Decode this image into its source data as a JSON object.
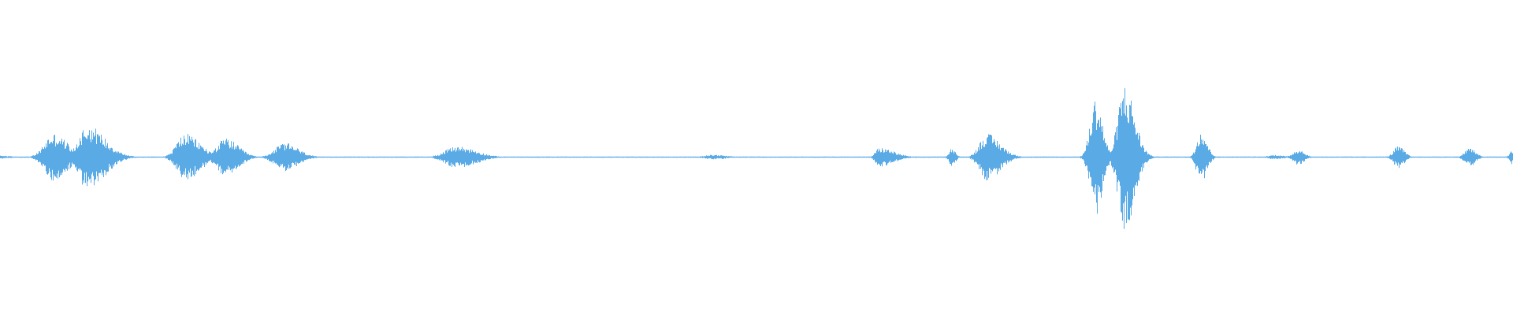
{
  "waveform": {
    "color": "#5aaae6",
    "baseline_color": "#a9d2f2",
    "min_amplitude": 0.004,
    "bursts": [
      {
        "center": 0.0,
        "width": 0.012,
        "amplitude": 0.01,
        "attack": 0.3
      },
      {
        "center": 0.0352,
        "width": 0.017,
        "amplitude": 0.15,
        "attack": 0.35
      },
      {
        "center": 0.0572,
        "width": 0.021,
        "amplitude": 0.21,
        "attack": 0.25
      },
      {
        "center": 0.122,
        "width": 0.018,
        "amplitude": 0.15,
        "attack": 0.3
      },
      {
        "center": 0.149,
        "width": 0.015,
        "amplitude": 0.12,
        "attack": 0.4
      },
      {
        "center": 0.162,
        "width": 0.004,
        "amplitude": 0.03,
        "attack": 0.5
      },
      {
        "center": 0.188,
        "width": 0.016,
        "amplitude": 0.09,
        "attack": 0.4
      },
      {
        "center": 0.302,
        "width": 0.022,
        "amplitude": 0.07,
        "attack": 0.35
      },
      {
        "center": 0.472,
        "width": 0.014,
        "amplitude": 0.015,
        "attack": 0.5
      },
      {
        "center": 0.581,
        "width": 0.017,
        "amplitude": 0.06,
        "attack": 0.15
      },
      {
        "center": 0.629,
        "width": 0.004,
        "amplitude": 0.06,
        "attack": 0.5
      },
      {
        "center": 0.652,
        "width": 0.016,
        "amplitude": 0.15,
        "attack": 0.3
      },
      {
        "center": 0.724,
        "width": 0.008,
        "amplitude": 0.38,
        "attack": 0.45
      },
      {
        "center": 0.743,
        "width": 0.012,
        "amplitude": 0.47,
        "attack": 0.35
      },
      {
        "center": 0.7935,
        "width": 0.007,
        "amplitude": 0.17,
        "attack": 0.4
      },
      {
        "center": 0.843,
        "width": 0.009,
        "amplitude": 0.015,
        "attack": 0.5
      },
      {
        "center": 0.858,
        "width": 0.007,
        "amplitude": 0.05,
        "attack": 0.5
      },
      {
        "center": 0.924,
        "width": 0.007,
        "amplitude": 0.07,
        "attack": 0.45
      },
      {
        "center": 0.971,
        "width": 0.007,
        "amplitude": 0.06,
        "attack": 0.45
      },
      {
        "center": 0.999,
        "width": 0.003,
        "amplitude": 0.045,
        "attack": 0.5
      }
    ]
  }
}
